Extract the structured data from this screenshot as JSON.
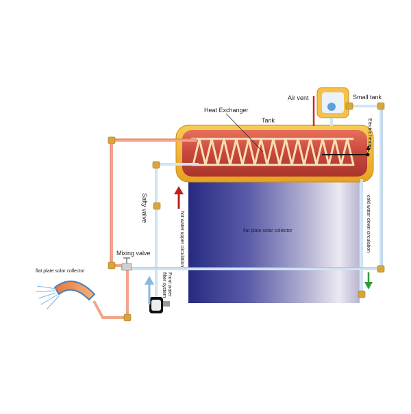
{
  "labels": {
    "heat_exchanger": "Heat Exchanger",
    "tank": "Tank",
    "air_vent": "Air vent",
    "small_tank": "Small tank",
    "electric_heater": "Electric heater",
    "cold_water_down": "cold water down circulation",
    "safety_valve": "Safty valve",
    "hot_water_upper": "hot water upper circulation",
    "mixing_valve": "Mixing valve",
    "front_water_filter": "Front water filter system",
    "collector_main": "flat plate solar collector",
    "collector_shower": "flat plate solar collector"
  },
  "colors": {
    "tank_outer": "#f2b52e",
    "tank_inner": "#cc4d3a",
    "coil": "#f7e0b5",
    "hot_pipe": "#f2a58a",
    "cold_pipe": "#cfe4f4",
    "brass": "#d9a63a",
    "collector_dark": "#2b2f86",
    "collector_light": "#e9e6ef",
    "hot_arrow": "#c21d1d",
    "cold_arrow": "#8ab8de",
    "down_arrow": "#2f9a3a"
  }
}
